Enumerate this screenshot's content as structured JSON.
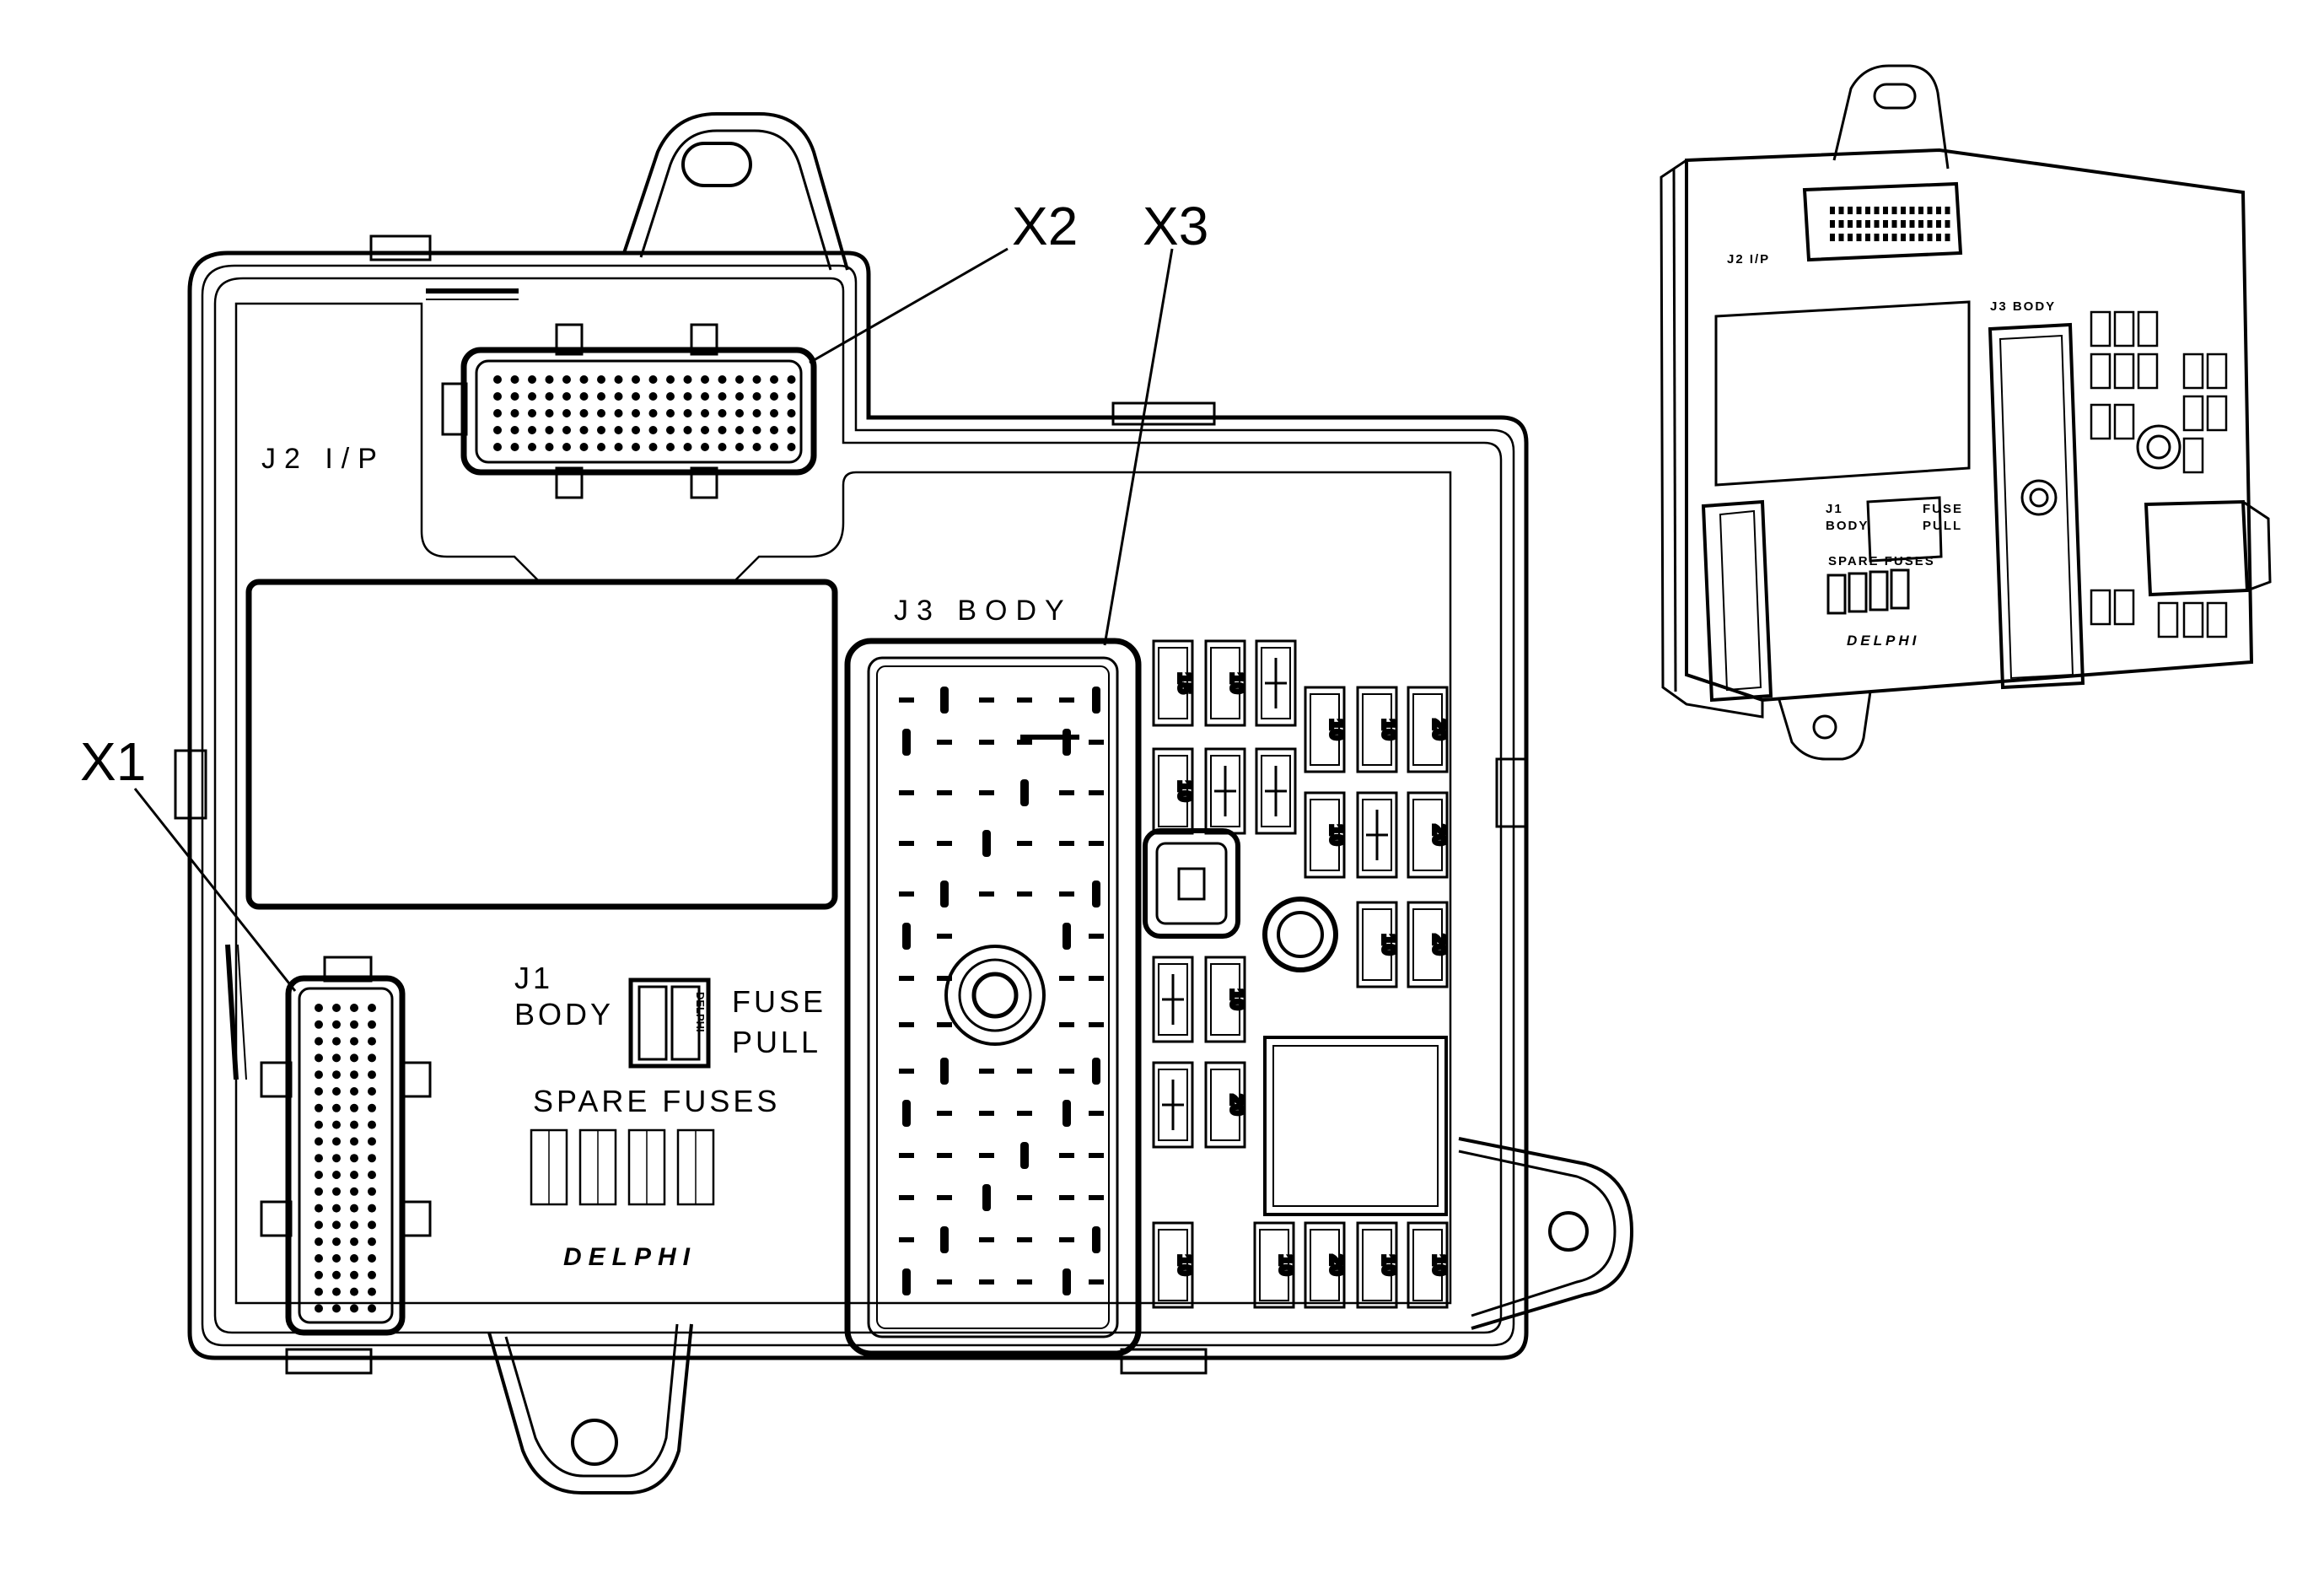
{
  "callouts": {
    "x1": "X1",
    "x2": "X2",
    "x3": "X3"
  },
  "front_view": {
    "j2_label": "J2 I/P",
    "j3_label": "J3 BODY",
    "j1_line1": "J1",
    "j1_line2": "BODY",
    "fuse_pull_line1": "FUSE",
    "fuse_pull_line2": "PULL",
    "spare_fuses": "SPARE FUSES",
    "brand": "DELPHI",
    "puller_text": "DELPHI",
    "fuse_ratings": {
      "r1": [
        "15",
        "10"
      ],
      "r2": [
        "10",
        "10",
        "20"
      ],
      "r3": [
        "10"
      ],
      "r4": [
        "10",
        "20"
      ],
      "r5": [
        "10",
        "20"
      ],
      "r6": [
        "10"
      ],
      "r7": [
        "20"
      ],
      "r8": [
        "10",
        "10",
        "20",
        "10",
        "10"
      ]
    }
  },
  "perspective_view": {
    "j2_label": "J2 I/P",
    "j3_label": "J3 BODY",
    "j1_line1": "J1",
    "j1_line2": "BODY",
    "fuse_pull_line1": "FUSE",
    "fuse_pull_line2": "PULL",
    "spare_fuses": "SPARE FUSES",
    "brand": "DELPHI"
  },
  "colors": {
    "line": "#000000",
    "background": "#ffffff"
  }
}
